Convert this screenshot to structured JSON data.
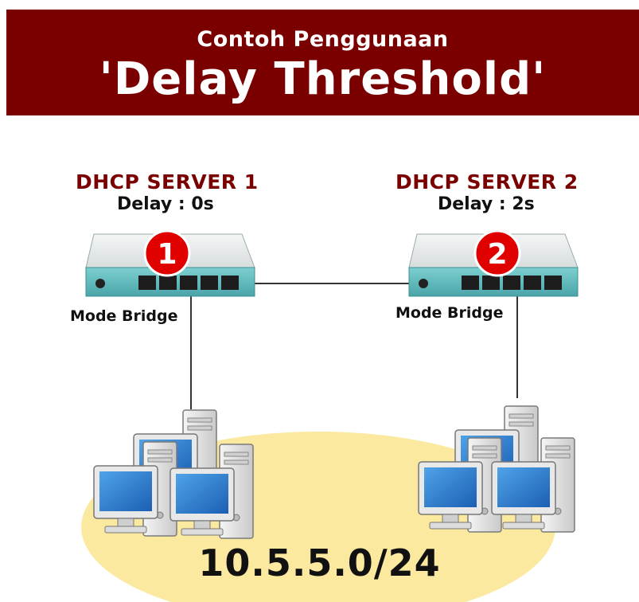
{
  "header": {
    "subtitle": "Contoh Penggunaan",
    "title": "'Delay Threshold'"
  },
  "servers": [
    {
      "name": "DHCP SERVER 1",
      "delay": "Delay : 0s",
      "badge": "1",
      "mode": "Mode Bridge"
    },
    {
      "name": "DHCP SERVER 2",
      "delay": "Delay : 2s",
      "badge": "2",
      "mode": "Mode Bridge"
    }
  ],
  "network": {
    "subnet": "10.5.5.0/24"
  },
  "colors": {
    "banner": "#7a0000",
    "title_text": "#7a0000",
    "badge": "#e00000",
    "router_body": "#5fb8b8",
    "lan_area": "#fbe9a0"
  },
  "icons": [
    "router-icon",
    "computer-cluster-icon"
  ]
}
